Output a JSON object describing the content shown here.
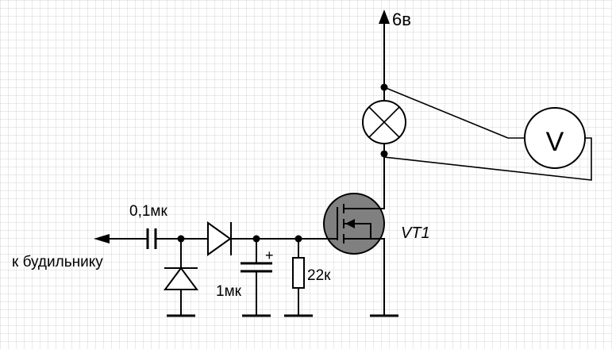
{
  "labels": {
    "supply": "6в",
    "input": "к будильнику",
    "c1": "0,1мк",
    "c2": "1мк",
    "r1": "22к",
    "transistor": "VT1",
    "polarity": "+",
    "voltmeter": "V"
  },
  "colors": {
    "background": "#ffffff",
    "grid": "#c8c8c8",
    "wire": "#000000",
    "transistor_fill": "#808080",
    "node": "#000000"
  },
  "icons": {
    "lamp": "lamp-cross-icon",
    "voltmeter": "voltmeter-icon",
    "diode": "diode-icon",
    "zener": "diode-icon",
    "capacitor": "capacitor-icon",
    "electrolytic": "electrolytic-capacitor-icon",
    "resistor": "resistor-icon",
    "mosfet": "mosfet-icon",
    "ground": "ground-icon",
    "arrow": "arrow-icon"
  }
}
